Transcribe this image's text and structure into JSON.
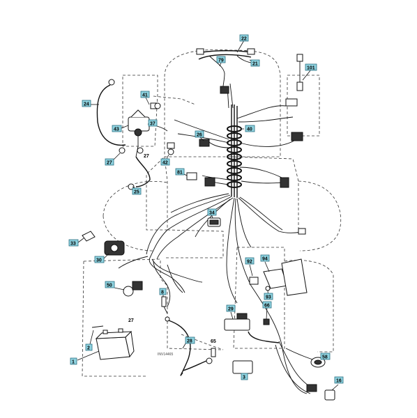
{
  "callouts": [
    {
      "id": "c22",
      "label": "22"
    },
    {
      "id": "c79",
      "label": "79"
    },
    {
      "id": "c21",
      "label": "21"
    },
    {
      "id": "c101",
      "label": "101"
    },
    {
      "id": "c24",
      "label": "24"
    },
    {
      "id": "c41",
      "label": "41"
    },
    {
      "id": "c43",
      "label": "43"
    },
    {
      "id": "c37",
      "label": "37"
    },
    {
      "id": "c26",
      "label": "26"
    },
    {
      "id": "c40",
      "label": "40"
    },
    {
      "id": "c27a",
      "label": "27"
    },
    {
      "id": "c42",
      "label": "42"
    },
    {
      "id": "c81",
      "label": "81"
    },
    {
      "id": "c25",
      "label": "25"
    },
    {
      "id": "c34",
      "label": "34"
    },
    {
      "id": "c33",
      "label": "33"
    },
    {
      "id": "c30",
      "label": "30"
    },
    {
      "id": "c92",
      "label": "92"
    },
    {
      "id": "c94",
      "label": "94"
    },
    {
      "id": "c93",
      "label": "93"
    },
    {
      "id": "c50",
      "label": "50"
    },
    {
      "id": "c8",
      "label": "8"
    },
    {
      "id": "c29",
      "label": "29"
    },
    {
      "id": "c66",
      "label": "66"
    },
    {
      "id": "c2",
      "label": "2"
    },
    {
      "id": "c1",
      "label": "1"
    },
    {
      "id": "c28",
      "label": "28"
    },
    {
      "id": "c58",
      "label": "58"
    },
    {
      "id": "c3",
      "label": "3"
    },
    {
      "id": "c16",
      "label": "16"
    }
  ],
  "plain_labels": [
    {
      "id": "p27a",
      "label": "27"
    },
    {
      "id": "p27b",
      "label": "27"
    },
    {
      "id": "p65",
      "label": "65"
    }
  ],
  "drawing_id": "INV14465"
}
